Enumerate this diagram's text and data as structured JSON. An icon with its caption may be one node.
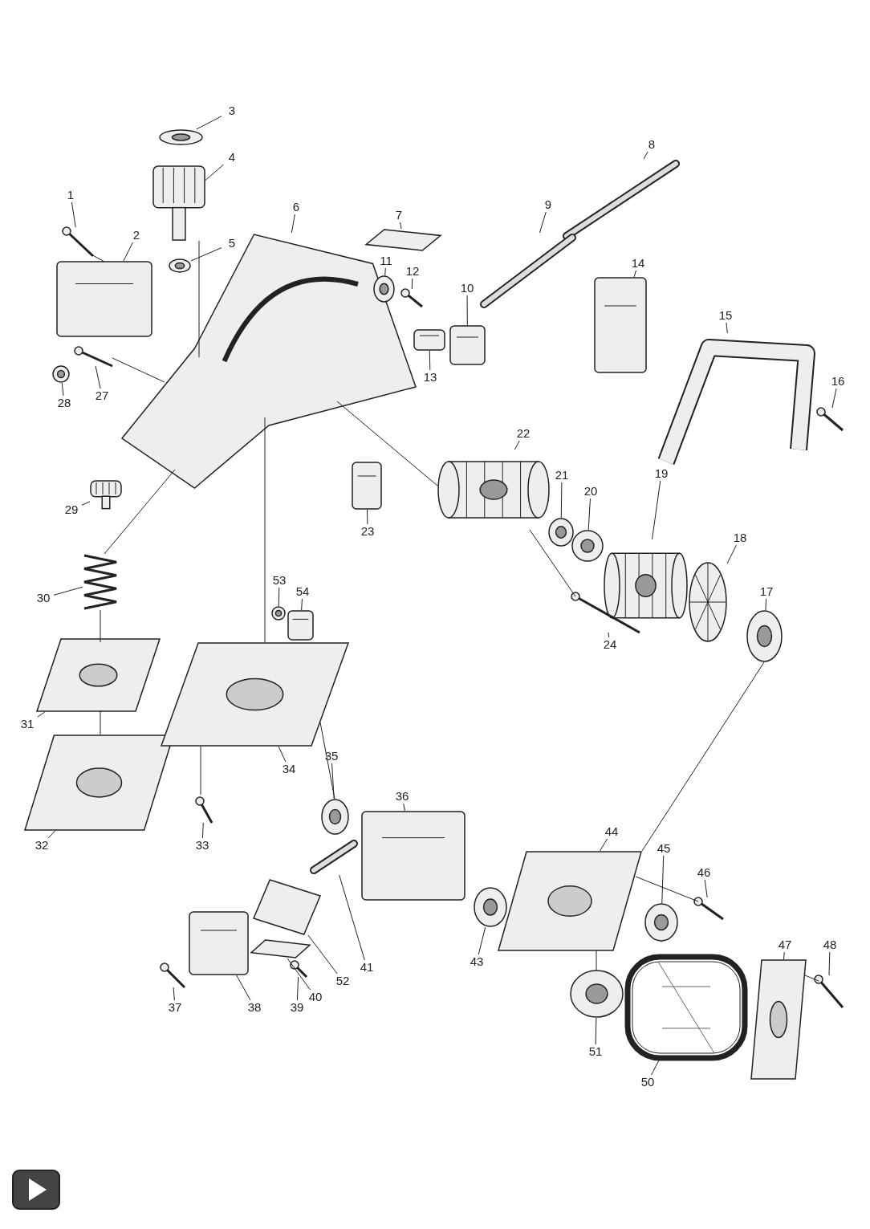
{
  "diagram": {
    "nodes": [
      {
        "text": [
          "1"
        ]
      },
      {
        "text": [],
        "shape": "picture"
      },
      {
        "text": [
          "2"
        ]
      },
      {
        "text": [],
        "shape": "picture"
      },
      {
        "text": [
          "3"
        ]
      },
      {
        "text": [],
        "shape": "picture"
      },
      {
        "text": [
          "4"
        ]
      },
      {
        "text": [],
        "shape": "picture"
      },
      {
        "text": [
          "5"
        ]
      },
      {
        "text": [],
        "shape": "picture"
      },
      {
        "text": [
          "6"
        ]
      },
      {
        "text": [],
        "shape": "picture"
      },
      {
        "text": [
          "7"
        ]
      },
      {
        "text": [],
        "shape": "picture"
      },
      {
        "text": [
          "8"
        ]
      },
      {
        "text": [],
        "shape": "picture"
      },
      {
        "text": [
          "9"
        ]
      },
      {
        "text": [],
        "shape": "picture"
      },
      {
        "text": [
          "10"
        ]
      },
      {
        "text": [],
        "shape": "picture"
      },
      {
        "text": [
          "11"
        ]
      },
      {
        "text": [],
        "shape": "picture"
      },
      {
        "text": [
          "12"
        ]
      },
      {
        "text": [],
        "shape": "picture"
      },
      {
        "text": [
          "13"
        ]
      },
      {
        "text": [],
        "shape": "picture"
      },
      {
        "text": [
          "14"
        ]
      },
      {
        "text": [],
        "shape": "picture"
      },
      {
        "text": [
          "15"
        ]
      },
      {
        "text": [],
        "shape": "picture"
      },
      {
        "text": [
          "16"
        ]
      },
      {
        "text": [],
        "shape": "picture"
      },
      {
        "text": [
          "17"
        ]
      },
      {
        "text": [],
        "shape": "picture"
      },
      {
        "text": [
          "18"
        ]
      },
      {
        "text": [],
        "shape": "picture"
      },
      {
        "text": [
          "19"
        ]
      },
      {
        "text": [],
        "shape": "picture"
      },
      {
        "text": [
          "20"
        ]
      },
      {
        "text": [],
        "shape": "picture"
      },
      {
        "text": [
          "21"
        ]
      },
      {
        "text": [],
        "shape": "picture"
      },
      {
        "text": [
          "22"
        ]
      },
      {
        "text": [],
        "shape": "picture"
      },
      {
        "text": [
          "23"
        ]
      },
      {
        "text": [],
        "shape": "picture"
      },
      {
        "text": [
          "24"
        ]
      },
      {
        "text": [],
        "shape": "picture"
      },
      {
        "text": [
          "27"
        ]
      },
      {
        "text": [],
        "shape": "picture"
      },
      {
        "text": [
          "28"
        ]
      },
      {
        "text": [],
        "shape": "picture"
      },
      {
        "text": [
          "29"
        ]
      },
      {
        "text": [],
        "shape": "picture"
      },
      {
        "text": [
          "30"
        ]
      },
      {
        "text": [],
        "shape": "picture"
      },
      {
        "text": [
          "31"
        ]
      },
      {
        "text": [],
        "shape": "picture"
      },
      {
        "text": [
          "32"
        ]
      },
      {
        "text": [],
        "shape": "picture"
      },
      {
        "text": [
          "33"
        ]
      },
      {
        "text": [],
        "shape": "picture"
      },
      {
        "text": [
          "34"
        ]
      },
      {
        "text": [],
        "shape": "picture"
      },
      {
        "text": [
          "35"
        ]
      },
      {
        "text": [],
        "shape": "picture"
      },
      {
        "text": [
          "36"
        ]
      },
      {
        "text": [],
        "shape": "picture"
      },
      {
        "text": [
          "37"
        ]
      },
      {
        "text": [],
        "shape": "picture"
      },
      {
        "text": [
          "38"
        ]
      },
      {
        "text": [],
        "shape": "picture"
      },
      {
        "text": [
          "39"
        ]
      },
      {
        "text": [],
        "shape": "picture"
      },
      {
        "text": [
          "40"
        ]
      },
      {
        "text": [],
        "shape": "picture"
      },
      {
        "text": [
          "41"
        ]
      },
      {
        "text": [],
        "shape": "picture"
      },
      {
        "text": [
          "43"
        ]
      },
      {
        "text": [],
        "shape": "picture"
      },
      {
        "text": [
          "44"
        ]
      },
      {
        "text": [],
        "shape": "picture"
      },
      {
        "text": [
          "45"
        ]
      },
      {
        "text": [],
        "shape": "picture"
      },
      {
        "text": [
          "46"
        ]
      },
      {
        "text": [],
        "shape": "picture"
      },
      {
        "text": [
          "47"
        ]
      },
      {
        "text": [],
        "shape": "picture"
      },
      {
        "text": [
          "48"
        ]
      },
      {
        "text": [],
        "shape": "picture"
      },
      {
        "text": [
          "50"
        ]
      },
      {
        "text": [],
        "shape": "picture"
      },
      {
        "text": [
          "51"
        ]
      },
      {
        "text": [],
        "shape": "picture"
      },
      {
        "text": [
          "52"
        ]
      },
      {
        "text": [],
        "shape": "picture"
      },
      {
        "text": [
          "53"
        ]
      },
      {
        "text": [],
        "shape": "picture"
      },
      {
        "text": [
          "54"
        ]
      },
      {
        "text": [],
        "shape": "picture"
      }
    ],
    "edges": [
      {
        "from": 0,
        "to": 1,
        "arrow": "none"
      },
      {
        "from": 2,
        "to": 3,
        "arrow": "none"
      },
      {
        "from": 4,
        "to": 5,
        "arrow": "none"
      },
      {
        "from": 6,
        "to": 7,
        "arrow": "none"
      },
      {
        "from": 8,
        "to": 9,
        "arrow": "none"
      },
      {
        "from": 10,
        "to": 11,
        "arrow": "none"
      },
      {
        "from": 12,
        "to": 13,
        "arrow": "none"
      },
      {
        "from": 14,
        "to": 15,
        "arrow": "none"
      },
      {
        "from": 16,
        "to": 17,
        "arrow": "none"
      },
      {
        "from": 18,
        "to": 19,
        "arrow": "none"
      },
      {
        "from": 20,
        "to": 21,
        "arrow": "none"
      },
      {
        "from": 22,
        "to": 23,
        "arrow": "none"
      },
      {
        "from": 24,
        "to": 25,
        "arrow": "none"
      },
      {
        "from": 26,
        "to": 27,
        "arrow": "none"
      },
      {
        "from": 28,
        "to": 29,
        "arrow": "none"
      },
      {
        "from": 30,
        "to": 31,
        "arrow": "none"
      },
      {
        "from": 32,
        "to": 33,
        "arrow": "none"
      },
      {
        "from": 34,
        "to": 35,
        "arrow": "none"
      },
      {
        "from": 36,
        "to": 37,
        "arrow": "none"
      },
      {
        "from": 38,
        "to": 39,
        "arrow": "none"
      },
      {
        "from": 40,
        "to": 41,
        "arrow": "none"
      },
      {
        "from": 42,
        "to": 43,
        "arrow": "none"
      },
      {
        "from": 44,
        "to": 45,
        "arrow": "none"
      },
      {
        "from": 46,
        "to": 47,
        "arrow": "none"
      },
      {
        "from": 48,
        "to": 49,
        "arrow": "none"
      },
      {
        "from": 50,
        "to": 51,
        "arrow": "none"
      },
      {
        "from": 52,
        "to": 53,
        "arrow": "none"
      },
      {
        "from": 54,
        "to": 55,
        "arrow": "none"
      },
      {
        "from": 56,
        "to": 57,
        "arrow": "none"
      },
      {
        "from": 58,
        "to": 59,
        "arrow": "none"
      },
      {
        "from": 60,
        "to": 61,
        "arrow": "none"
      },
      {
        "from": 62,
        "to": 63,
        "arrow": "none"
      },
      {
        "from": 64,
        "to": 65,
        "arrow": "none"
      },
      {
        "from": 66,
        "to": 67,
        "arrow": "none"
      },
      {
        "from": 68,
        "to": 69,
        "arrow": "none"
      },
      {
        "from": 70,
        "to": 71,
        "arrow": "none"
      },
      {
        "from": 72,
        "to": 73,
        "arrow": "none"
      },
      {
        "from": 74,
        "to": 75,
        "arrow": "none"
      },
      {
        "from": 76,
        "to": 77,
        "arrow": "none"
      },
      {
        "from": 78,
        "to": 79,
        "arrow": "none"
      },
      {
        "from": 80,
        "to": 81,
        "arrow": "none"
      },
      {
        "from": 82,
        "to": 83,
        "arrow": "none"
      },
      {
        "from": 84,
        "to": 85,
        "arrow": "none"
      },
      {
        "from": 86,
        "to": 87,
        "arrow": "none"
      },
      {
        "from": 88,
        "to": 89,
        "arrow": "none"
      },
      {
        "from": 90,
        "to": 91,
        "arrow": "none"
      },
      {
        "from": 92,
        "to": 93,
        "arrow": "none"
      },
      {
        "from": 94,
        "to": 95,
        "arrow": "none"
      },
      {
        "from": 96,
        "to": 97,
        "arrow": "none"
      },
      {
        "from": 98,
        "to": 99,
        "arrow": "none"
      },
      {
        "from": 1,
        "to": 3,
        "arrow": "none"
      },
      {
        "from": 7,
        "to": 11,
        "arrow": "none"
      },
      {
        "from": 49,
        "to": 11,
        "arrow": "none"
      },
      {
        "from": 11,
        "to": 55,
        "arrow": "none"
      },
      {
        "from": 55,
        "to": 57,
        "arrow": "none"
      },
      {
        "from": 57,
        "to": 59,
        "arrow": "none"
      },
      {
        "from": 11,
        "to": 43,
        "arrow": "none"
      },
      {
        "from": 43,
        "to": 47,
        "arrow": "none"
      },
      {
        "from": 61,
        "to": 63,
        "arrow": "none"
      },
      {
        "from": 11,
        "to": 63,
        "arrow": "none"
      },
      {
        "from": 63,
        "to": 65,
        "arrow": "none"
      },
      {
        "from": 33,
        "to": 81,
        "arrow": "none"
      },
      {
        "from": 85,
        "to": 81,
        "arrow": "none"
      },
      {
        "from": 89,
        "to": 87,
        "arrow": "none"
      },
      {
        "from": 93,
        "to": 81,
        "arrow": "none"
      }
    ]
  }
}
